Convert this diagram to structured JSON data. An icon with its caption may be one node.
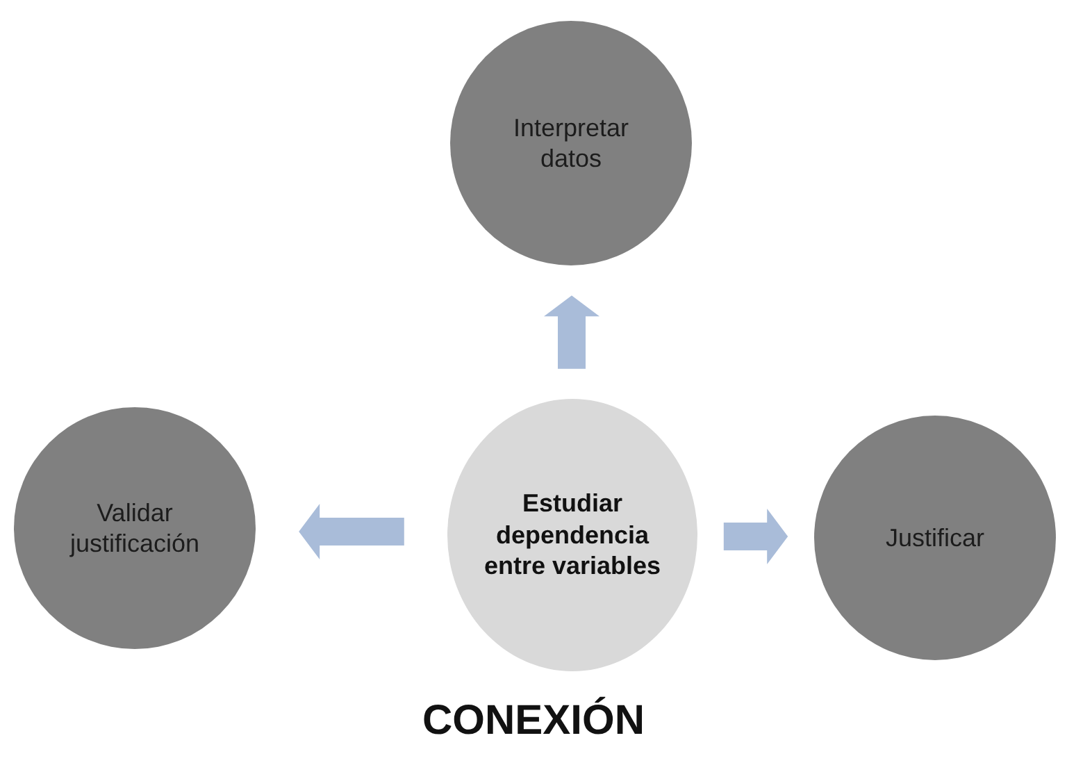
{
  "diagram": {
    "title": "CONEXIÓN",
    "nodes": [
      {
        "text": [
          "Interpretar datos"
        ]
      },
      {
        "text": [
          "Validar justificación"
        ]
      },
      {
        "text": [
          "Estudiar dependencia entre variables"
        ]
      },
      {
        "text": [
          "Justificar"
        ]
      }
    ],
    "edges": [
      {
        "from": 2,
        "to": 0,
        "arrow": "to"
      },
      {
        "from": 2,
        "to": 1,
        "arrow": "to"
      },
      {
        "from": 2,
        "to": 3,
        "arrow": "to"
      }
    ]
  }
}
